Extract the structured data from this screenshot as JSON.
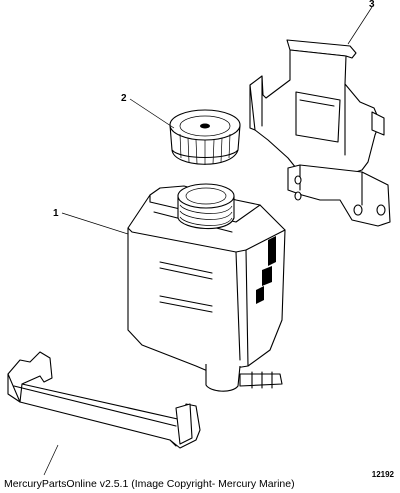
{
  "diagram": {
    "callouts": [
      {
        "label": "1",
        "part": "reservoir"
      },
      {
        "label": "2",
        "part": "cap"
      },
      {
        "label": "3",
        "part": "bracket"
      }
    ],
    "figure_number": "12192",
    "copyright": "MercuryPartsOnline v2.5.1 (Image Copyright- Mercury Marine)"
  }
}
